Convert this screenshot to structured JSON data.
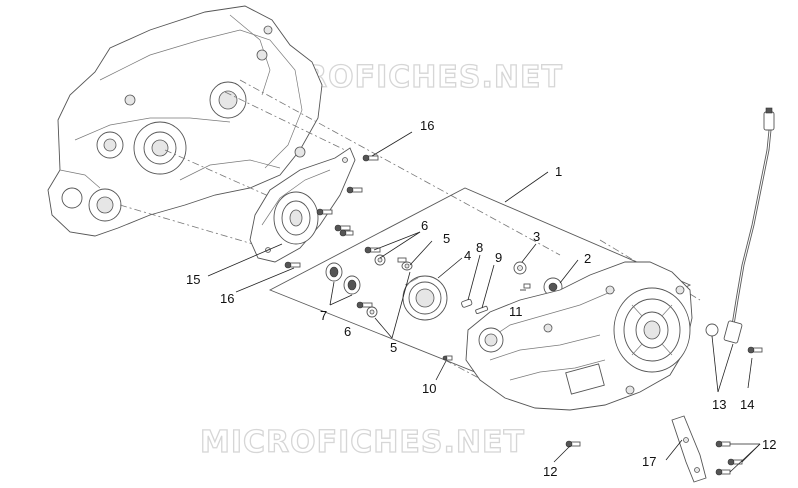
{
  "watermarks": [
    "MICROFICHES.NET",
    "MICROFICHES.NET"
  ],
  "callouts": [
    "16",
    "1",
    "15",
    "16",
    "6",
    "5",
    "4",
    "3",
    "2",
    "8",
    "9",
    "11",
    "7",
    "6",
    "5",
    "10",
    "13",
    "14",
    "12",
    "17",
    "12"
  ],
  "colors": {
    "line": "#5a5a5a",
    "text": "#111111",
    "watermark": "#d6d6d6"
  }
}
